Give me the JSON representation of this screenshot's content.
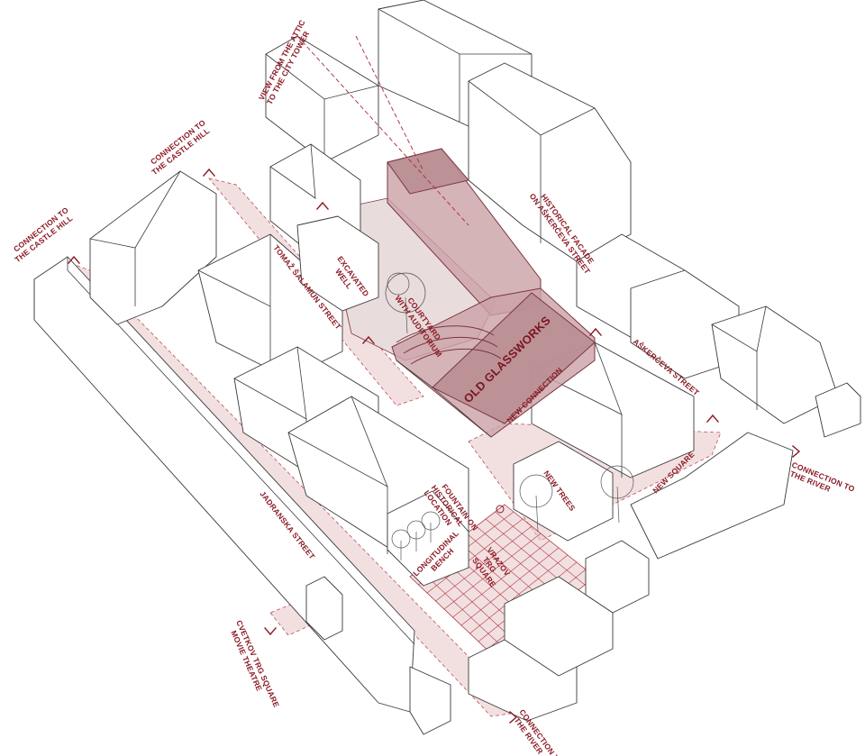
{
  "labels": {
    "view_line1": "VIEW FROM THE ATTIC",
    "view_line2": "TO THE CITY TOWER",
    "castle1_line1": "CONNECTION TO",
    "castle1_line2": "THE CASTLE HILL",
    "castle2_line1": "CONNECTION TO",
    "castle2_line2": "THE CASTLE HILL",
    "facade_line1": "HISTORICAL FACADE",
    "facade_line2": "ON AŠKERČEVA STREET",
    "excavated_line1": "EXCAVATED",
    "excavated_line2": "WELL",
    "salamun_street": "TOMAŽ ŠALAMUN STREET",
    "courtyard_line1": "COURTYARD",
    "courtyard_line2": "WITH AUDITORIUM",
    "old_glassworks": "OLD GLASSWORKS",
    "askerceva_street": "AŠKERČEVA STREET",
    "new_connection": "NEW CONNECTION",
    "river1_line1": "CONNECTION TO",
    "river1_line2": "THE RIVER",
    "fountain_line1": "FOUNTAIN ON",
    "fountain_line2": "HISTORICAL",
    "fountain_line3": "LOCATION",
    "new_trees": "NEW TREES",
    "new_square": "NEW SQUARE",
    "jadranska_street": "JADRANSKA STREET",
    "bench_line1": "LONGITUDINAL",
    "bench_line2": "BENCH",
    "vrazov_line1": "VRAZOV",
    "vrazov_line2": "TRG",
    "vrazov_line3": "SQUARE",
    "cvetkov_line1": "CVETKOV TRG SQUARE",
    "cvetkov_line2": "MOVIE THEATRE",
    "river2_line1": "CONNECTION TO",
    "river2_line2": "THE RIVER"
  },
  "colors": {
    "accent": "#8b1a25",
    "highlight_fill": "#caa1a6",
    "line": "#3a3a3a"
  }
}
